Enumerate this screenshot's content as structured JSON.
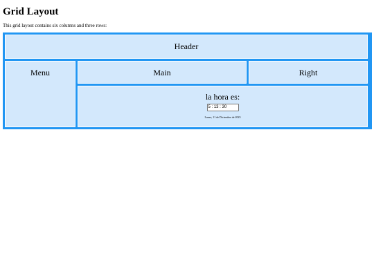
{
  "page": {
    "title": "Grid Layout",
    "description": "This grid layout contains six columns and three rows:"
  },
  "grid": {
    "header": "Header",
    "menu": "Menu",
    "main": "Main",
    "right": "Right",
    "footer": {
      "clock_title": "la hora es:",
      "clock_value": "5 : 13 : 30",
      "date": "Lunes, 11 de Diciembre de 2023"
    }
  },
  "colors": {
    "grid_border": "#2196F3",
    "cell_background": "#d3e8fc"
  }
}
